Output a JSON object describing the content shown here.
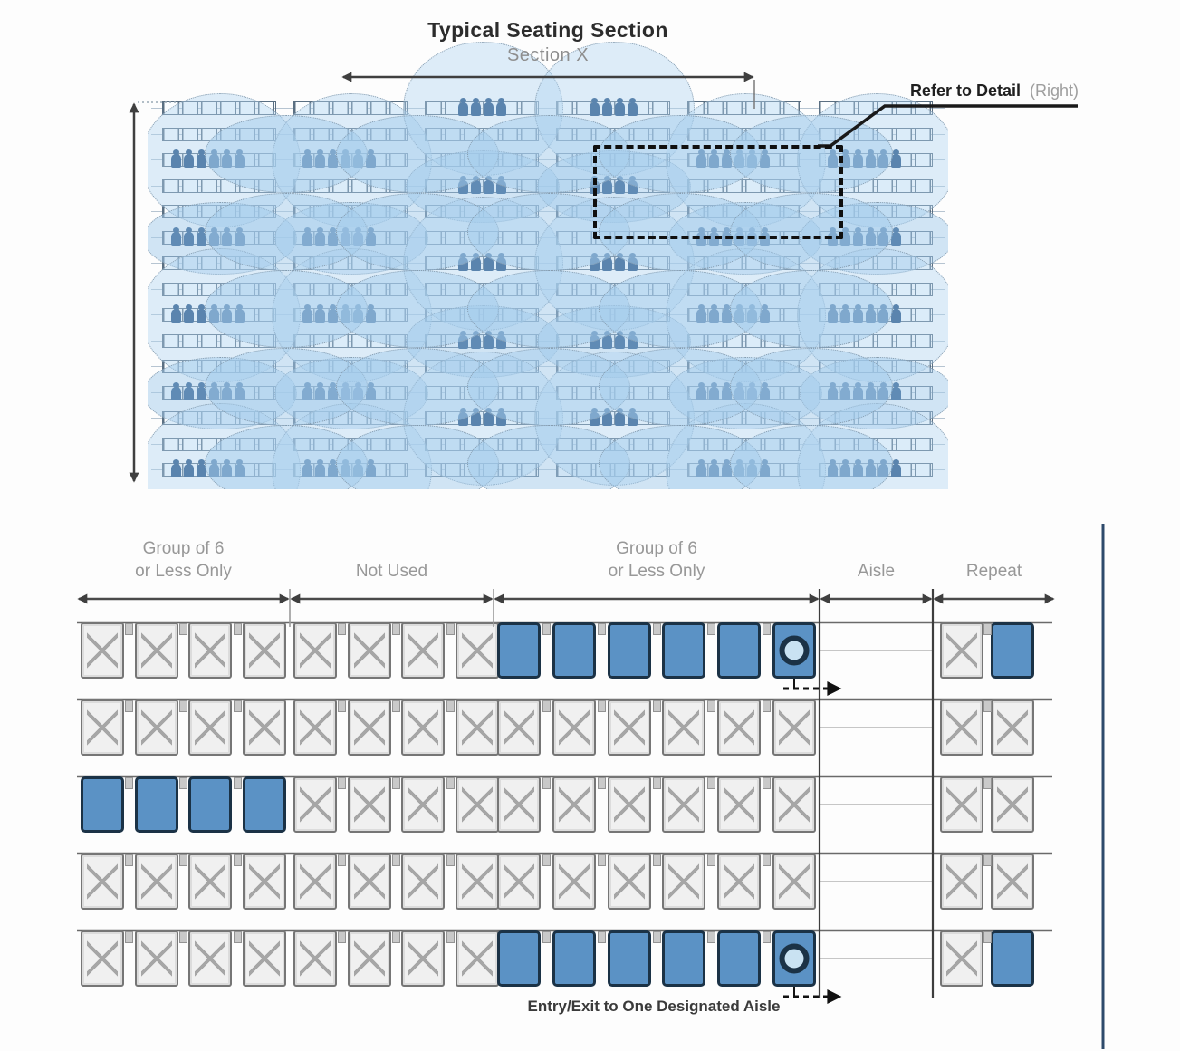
{
  "top": {
    "title": "Typical Seating Section",
    "section_span_label": "Section X",
    "refer_detail_bold": "Refer to Detail",
    "refer_detail_light": "(Right)",
    "pattern": {
      "columns": 6,
      "seat_rows": 15,
      "column_phases": [
        "A",
        "A",
        "B",
        "B",
        "A",
        "A"
      ],
      "phase_occupied_rows": {
        "A": [
          2,
          5,
          8,
          11,
          14
        ],
        "B": [
          0,
          3,
          6,
          9,
          12
        ]
      },
      "phase_group_size": {
        "A": 6,
        "B": 4
      }
    }
  },
  "detail": {
    "sections": [
      {
        "id": "group-left",
        "lines": [
          "Group of 6",
          "or Less Only"
        ],
        "from": 85,
        "to": 320
      },
      {
        "id": "not-used",
        "lines": [
          "Not Used"
        ],
        "from": 320,
        "to": 545
      },
      {
        "id": "group-right",
        "lines": [
          "Group of 6",
          "or Less Only"
        ],
        "from": 545,
        "to": 905
      },
      {
        "id": "aisle",
        "lines": [
          "Aisle"
        ],
        "from": 905,
        "to": 1030
      },
      {
        "id": "repeat",
        "lines": [
          "Repeat"
        ],
        "from": 1030,
        "to": 1165
      }
    ],
    "seat_codes": {
      "x": "blocked-seat",
      "b": "group-seat",
      "c": "group-seat-with-aisle-access"
    },
    "rows": [
      {
        "main": [
          "x",
          "x",
          "x",
          "x",
          "x",
          "x",
          "x",
          "x",
          "b",
          "b",
          "b",
          "b",
          "b",
          "c"
        ],
        "repeat": [
          "x",
          "b"
        ],
        "exit_arrow": true
      },
      {
        "main": [
          "x",
          "x",
          "x",
          "x",
          "x",
          "x",
          "x",
          "x",
          "x",
          "x",
          "x",
          "x",
          "x",
          "x"
        ],
        "repeat": [
          "x",
          "x"
        ],
        "exit_arrow": false
      },
      {
        "main": [
          "b",
          "b",
          "b",
          "b",
          "x",
          "x",
          "x",
          "x",
          "x",
          "x",
          "x",
          "x",
          "x",
          "x"
        ],
        "repeat": [
          "x",
          "x"
        ],
        "exit_arrow": false
      },
      {
        "main": [
          "x",
          "x",
          "x",
          "x",
          "x",
          "x",
          "x",
          "x",
          "x",
          "x",
          "x",
          "x",
          "x",
          "x"
        ],
        "repeat": [
          "x",
          "x"
        ],
        "exit_arrow": false
      },
      {
        "main": [
          "x",
          "x",
          "x",
          "x",
          "x",
          "x",
          "x",
          "x",
          "b",
          "b",
          "b",
          "b",
          "b",
          "c"
        ],
        "repeat": [
          "x",
          "b"
        ],
        "exit_arrow": true
      }
    ],
    "entry_exit_label": "Entry/Exit to One Designated Aisle"
  },
  "colors": {
    "seat_blue": "#5b92c5",
    "seat_blue_border": "#1b3246",
    "seat_gray": "#f0f0f0",
    "seat_gray_border": "#767676",
    "bubble_fill": "#b0d4f0",
    "bubble_border": "#8499ab",
    "person_navy": "#1d4b7e",
    "right_border_blue": "#2e4a6b"
  }
}
